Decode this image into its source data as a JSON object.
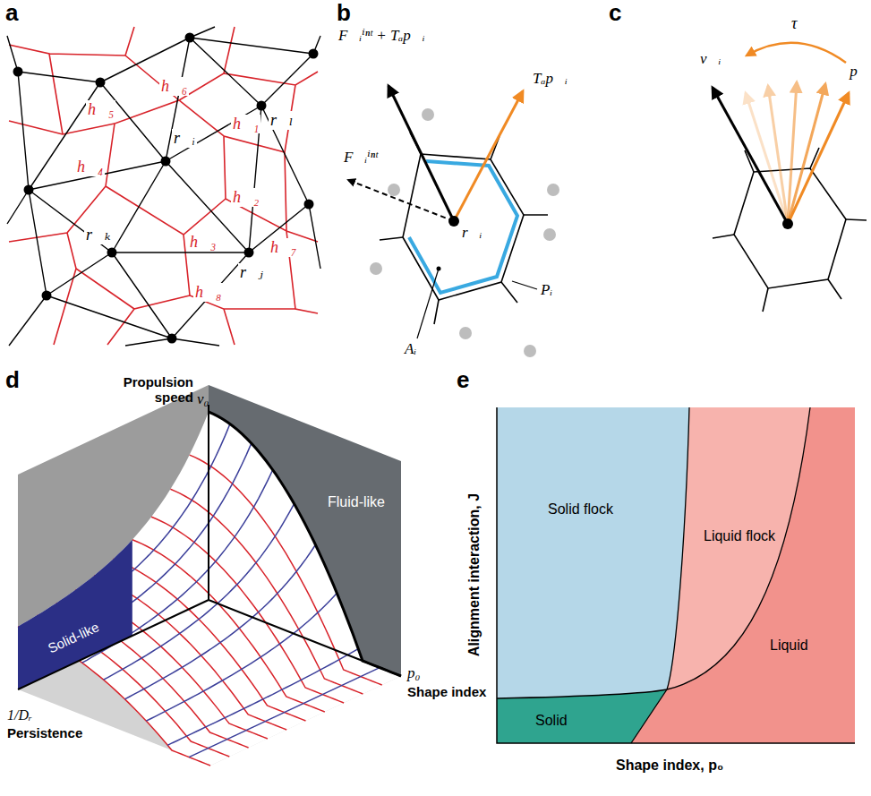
{
  "diagram": {
    "labels": [
      "a",
      "b",
      "c",
      "d",
      "e",
      "h⃗₆",
      "h⃗₁",
      "h⃗₅",
      "r⃗ᵢ",
      "r⃗ₗ",
      "h⃗₄",
      "h⃗₂",
      "h⃗₃",
      "r⃗ₖ",
      "h⃗₇",
      "r⃗ⱼ",
      "h⃗₈",
      "F⃗ᵢⁱⁿᵗ + Tₐp⃗ᵢ",
      "Tₐp⃗ᵢ",
      "F⃗ᵢⁱⁿᵗ",
      "r⃗ᵢ",
      "Pᵢ",
      "Aᵢ",
      "v⃗ᵢ",
      "τ",
      "p⃗",
      "Propulsion speed",
      "v₀",
      "Fluid-like",
      "Solid-like",
      "1/Dᵣ",
      "Persistence",
      "p₀",
      "Shape index",
      "Solid flock",
      "Liquid flock",
      "Solid",
      "Liquid",
      "Alignment interaction, J",
      "Shape index, p₀"
    ]
  }
}
